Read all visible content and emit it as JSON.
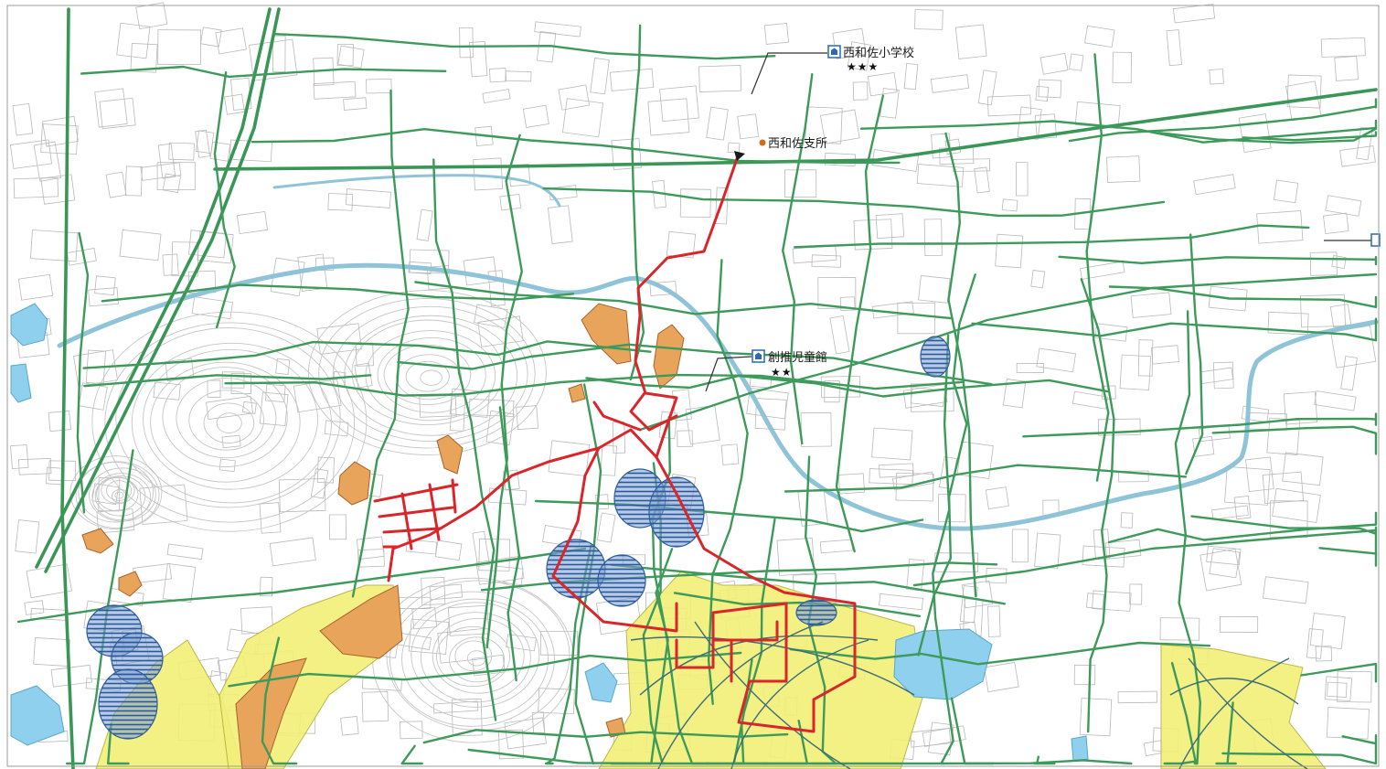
{
  "labels": {
    "school": "西和佐小学校",
    "school_stars": "★★★",
    "branch": "西和佐支所",
    "community": "創推児童館",
    "community_stars": "★★"
  },
  "colors": {
    "background": "#ffffff",
    "road": "#3e9a5a",
    "route": "#d8262b",
    "river": "#8fc4d8",
    "flood_zone": "#f2ef7a",
    "landslide_zone": "#e8a45a",
    "hatched_zone": "#2f5c9c",
    "pond": "#8fd0ee"
  },
  "icons": {
    "school_marker": "school-icon",
    "branch_marker": "dot-icon",
    "community_marker": "school-icon"
  }
}
